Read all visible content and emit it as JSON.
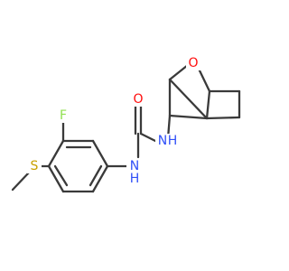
{
  "molecule": {
    "atoms": [
      {
        "label": "O",
        "color": "#ff0d0d"
      },
      {
        "label": "O",
        "color": "#ff0d0d"
      },
      {
        "label": "N",
        "color": "#3050f8"
      },
      {
        "label": "H",
        "color": "#3050f8"
      },
      {
        "label": "N",
        "color": "#3050f8"
      },
      {
        "label": "H",
        "color": "#3050f8"
      },
      {
        "label": "F",
        "color": "#90e050"
      },
      {
        "label": "S",
        "color": "#c8a000"
      }
    ],
    "bond_color": "#3a3a3a",
    "background": "#ffffff"
  }
}
